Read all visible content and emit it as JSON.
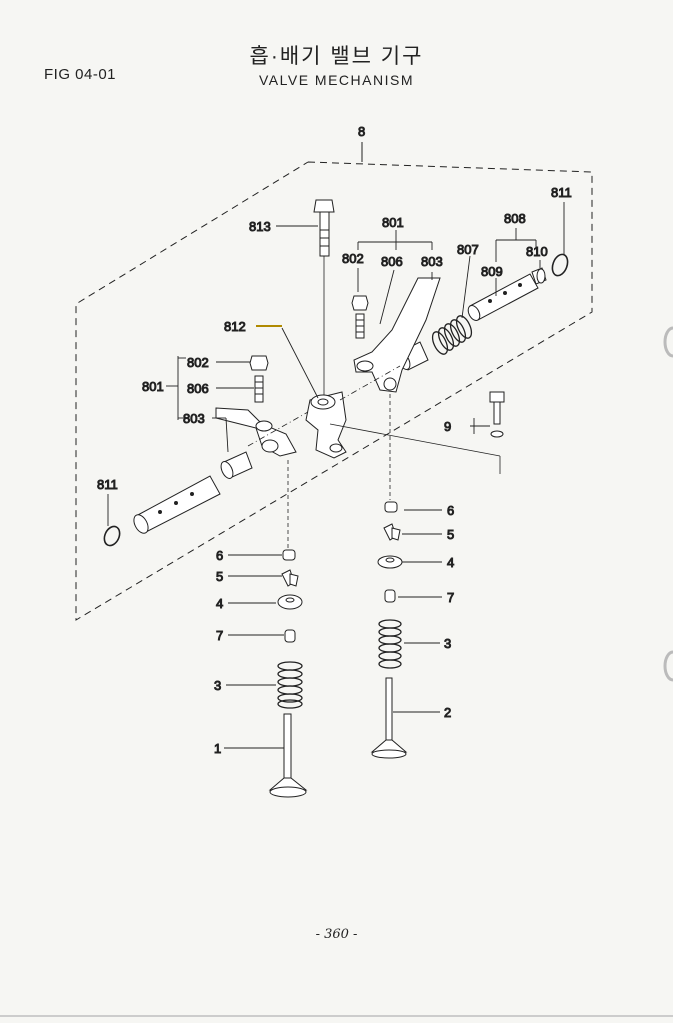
{
  "header": {
    "fig_number": "FIG 04-01",
    "title_korean": "흡·배기 밸브 기구",
    "title_english": "VALVE MECHANISM"
  },
  "footer": {
    "page_number": "- 360 -"
  },
  "callouts": {
    "c8": "8",
    "c811_right": "811",
    "c813": "813",
    "c801_right": "801",
    "c808": "808",
    "c802_right": "802",
    "c806_right": "806",
    "c803_right": "803",
    "c807": "807",
    "c810": "810",
    "c809": "809",
    "c812": "812",
    "c802_left": "802",
    "c801_left": "801",
    "c806_left": "806",
    "c803_left": "803",
    "c9": "9",
    "c811_left": "811",
    "r6": "6",
    "r5": "5",
    "r4": "4",
    "r7": "7",
    "r3": "3",
    "r2": "2",
    "l6": "6",
    "l5": "5",
    "l4": "4",
    "l7": "7",
    "l3": "3",
    "l1": "1"
  }
}
